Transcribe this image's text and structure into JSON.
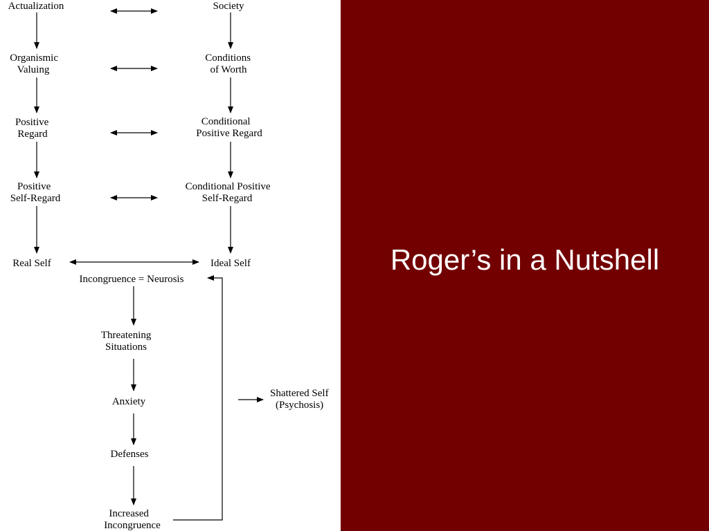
{
  "slide": {
    "title": "Roger’s in a Nutshell",
    "colors": {
      "title_background": "#720000",
      "title_text": "#ffffff",
      "diagram_background": "#ffffff",
      "diagram_ink": "#000000"
    }
  },
  "diagram": {
    "nodes": {
      "actualization": [
        "Actualization"
      ],
      "society": [
        "Society"
      ],
      "organismic_valuing": [
        "Organismic",
        "Valuing"
      ],
      "conditions_of_worth": [
        "Conditions",
        "of Worth"
      ],
      "positive_regard": [
        "Positive",
        "Regard"
      ],
      "conditional_positive_regard": [
        "Conditional",
        "Positive Regard"
      ],
      "positive_self_regard": [
        "Positive",
        "Self-Regard"
      ],
      "conditional_positive_self_regard": [
        "Conditional Positive",
        "Self-Regard"
      ],
      "real_self": [
        "Real Self"
      ],
      "ideal_self": [
        "Ideal Self"
      ],
      "incongruence_neurosis": [
        "Incongruence = Neurosis"
      ],
      "threatening_situations": [
        "Threatening",
        "Situations"
      ],
      "anxiety": [
        "Anxiety"
      ],
      "defenses": [
        "Defenses"
      ],
      "increased_incongruence": [
        "Increased",
        "Incongruence"
      ],
      "shattered_self": [
        "Shattered Self",
        "(Psychosis)"
      ]
    },
    "edges": [
      {
        "from": "actualization",
        "to": "organismic_valuing",
        "type": "directed"
      },
      {
        "from": "organismic_valuing",
        "to": "positive_regard",
        "type": "directed"
      },
      {
        "from": "positive_regard",
        "to": "positive_self_regard",
        "type": "directed"
      },
      {
        "from": "positive_self_regard",
        "to": "real_self",
        "type": "directed"
      },
      {
        "from": "society",
        "to": "conditions_of_worth",
        "type": "directed"
      },
      {
        "from": "conditions_of_worth",
        "to": "conditional_positive_regard",
        "type": "directed"
      },
      {
        "from": "conditional_positive_regard",
        "to": "conditional_positive_self_regard",
        "type": "directed"
      },
      {
        "from": "conditional_positive_self_regard",
        "to": "ideal_self",
        "type": "directed"
      },
      {
        "from": "actualization",
        "to": "society",
        "type": "bidirectional"
      },
      {
        "from": "organismic_valuing",
        "to": "conditions_of_worth",
        "type": "bidirectional"
      },
      {
        "from": "positive_regard",
        "to": "conditional_positive_regard",
        "type": "bidirectional"
      },
      {
        "from": "positive_self_regard",
        "to": "conditional_positive_self_regard",
        "type": "bidirectional"
      },
      {
        "from": "real_self",
        "to": "ideal_self",
        "type": "bidirectional"
      },
      {
        "from": "incongruence_neurosis",
        "to": "threatening_situations",
        "type": "directed"
      },
      {
        "from": "threatening_situations",
        "to": "anxiety",
        "type": "directed"
      },
      {
        "from": "anxiety",
        "to": "defenses",
        "type": "directed"
      },
      {
        "from": "defenses",
        "to": "increased_incongruence",
        "type": "directed"
      },
      {
        "from": "increased_incongruence",
        "to": "incongruence_neurosis",
        "type": "feedback-loop"
      },
      {
        "from": "increased_incongruence",
        "to": "shattered_self",
        "type": "directed"
      }
    ]
  }
}
